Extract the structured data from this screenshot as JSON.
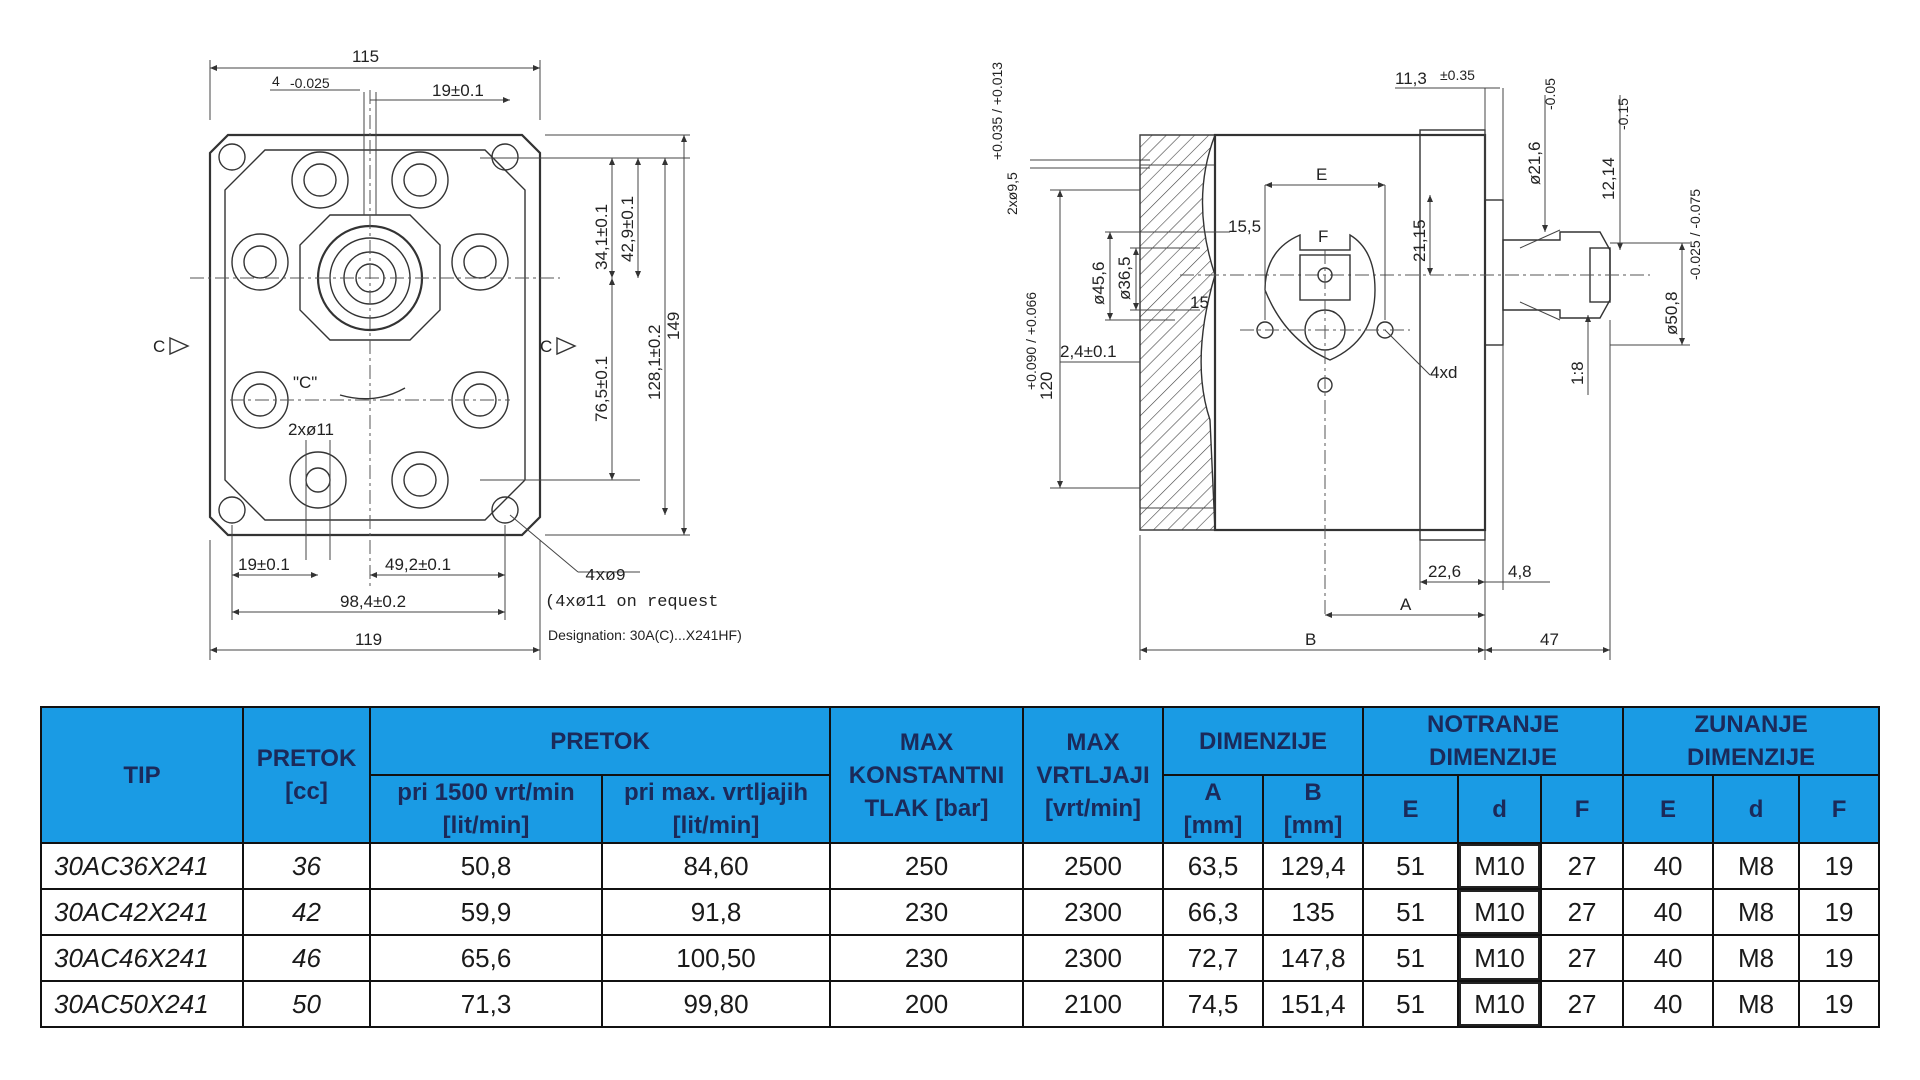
{
  "drawing": {
    "front": {
      "dims": {
        "d115": "115",
        "d4": "4",
        "d4_tol": "-0.025",
        "d19_top": "19±0.1",
        "d34": "34,1±0.1",
        "d42": "42,9±0.1",
        "d128": "128,1±0.2",
        "d149": "149",
        "d76": "76,5±0.1",
        "d2x11": "2xø11",
        "d19_bot": "19±0.1",
        "d49": "49,2±0.1",
        "d98": "98,4±0.2",
        "d119": "119",
        "c_left": "C",
        "c_right": "C",
        "c_mark": "\"C\""
      },
      "notes": {
        "holes": "4xø9",
        "on_request": "(4xø11 on request",
        "designation": "Designation: 30A(C)...X241HF)"
      }
    },
    "side": {
      "dims": {
        "d11_3": "11,3",
        "d11_3_tol": "±0.35",
        "d2x9_5": "2xø9,5",
        "d2x9_5_tol": "+0.035 / +0.013",
        "d21_6": "ø21,6",
        "d21_6_tol": "-0.05",
        "d12_14": "12,14",
        "d12_14_tol": "-0.15",
        "E": "E",
        "F": "F",
        "d15_5": "15,5",
        "d21_15": "21,15",
        "d45_6": "ø45,6",
        "d36_5": "ø36,5",
        "d15": "15",
        "d50_8": "ø50,8",
        "d50_8_tol": "-0.025 / -0.075",
        "d120": "120",
        "d120_tol": "+0.090 / +0.066",
        "d2_4": "2,4±0.1",
        "d4xd": "4xd",
        "d1_8": "1:8",
        "d22_6": "22,6",
        "d4_8": "4,8",
        "A": "A",
        "B": "B",
        "d47": "47"
      }
    }
  },
  "table": {
    "headers": {
      "tip": "TIP",
      "pretok_cc_1": "PRETOK",
      "pretok_cc_2": "[cc]",
      "pretok": "PRETOK",
      "pri1500_1": "pri 1500 vrt/min",
      "pri1500_2": "[lit/min]",
      "primax_1": "pri max. vrtljajih",
      "primax_2": "[lit/min]",
      "tlak_1": "MAX",
      "tlak_2": "KONSTANTNI",
      "tlak_3": "TLAK [bar]",
      "vrt_1": "MAX",
      "vrt_2": "VRTLJAJI",
      "vrt_3": "[vrt/min]",
      "dimenzije": "DIMENZIJE",
      "notranje_1": "NOTRANJE",
      "notranje_2": "DIMENZIJE",
      "zunanje_1": "ZUNANJE",
      "zunanje_2": "DIMENZIJE",
      "a_1": "A",
      "a_2": "[mm]",
      "b_1": "B",
      "b_2": "[mm]",
      "e": "E",
      "d": "d",
      "f": "F"
    },
    "rows": [
      {
        "tip": "30AC36X241",
        "cc": "36",
        "q1500": "50,8",
        "qmax": "84,60",
        "tlak": "250",
        "vrt": "2500",
        "a": "63,5",
        "b": "129,4",
        "ne": "51",
        "nd": "M10",
        "nf": "27",
        "ze": "40",
        "zd": "M8",
        "zf": "19"
      },
      {
        "tip": "30AC42X241",
        "cc": "42",
        "q1500": "59,9",
        "qmax": "91,8",
        "tlak": "230",
        "vrt": "2300",
        "a": "66,3",
        "b": "135",
        "ne": "51",
        "nd": "M10",
        "nf": "27",
        "ze": "40",
        "zd": "M8",
        "zf": "19"
      },
      {
        "tip": "30AC46X241",
        "cc": "46",
        "q1500": "65,6",
        "qmax": "100,50",
        "tlak": "230",
        "vrt": "2300",
        "a": "72,7",
        "b": "147,8",
        "ne": "51",
        "nd": "M10",
        "nf": "27",
        "ze": "40",
        "zd": "M8",
        "zf": "19"
      },
      {
        "tip": "30AC50X241",
        "cc": "50",
        "q1500": "71,3",
        "qmax": "99,80",
        "tlak": "200",
        "vrt": "2100",
        "a": "74,5",
        "b": "151,4",
        "ne": "51",
        "nd": "M10",
        "nf": "27",
        "ze": "40",
        "zd": "M8",
        "zf": "19"
      }
    ]
  },
  "colors": {
    "header_bg": "#1a9be4",
    "header_text": "#1b2a5a",
    "border": "#111111"
  }
}
